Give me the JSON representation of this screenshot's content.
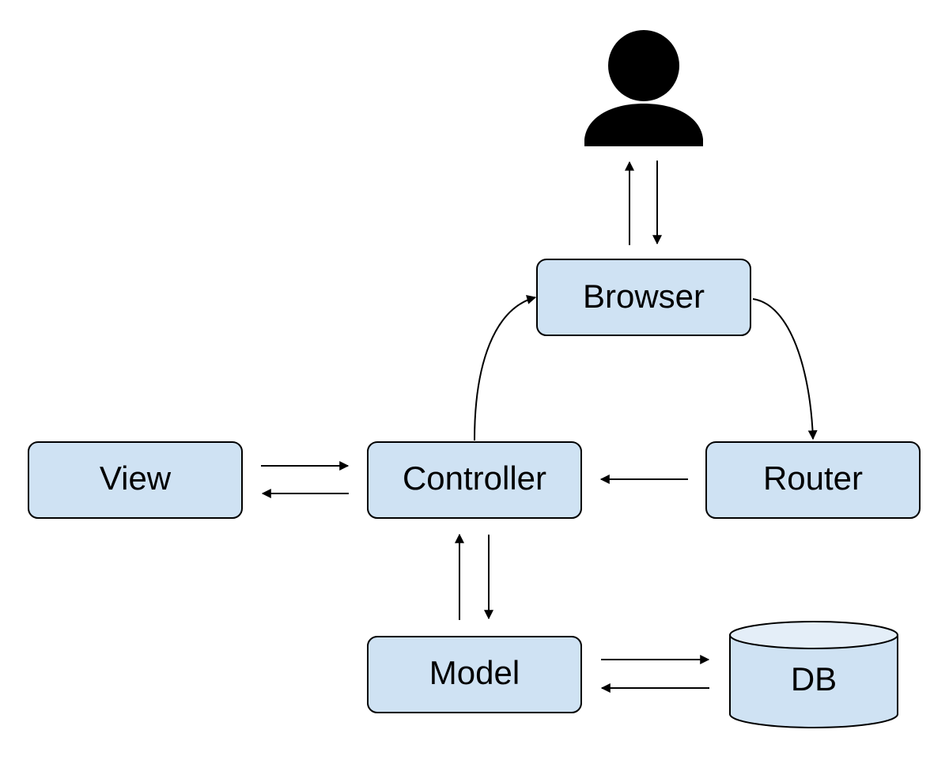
{
  "nodes": {
    "browser": "Browser",
    "view": "View",
    "controller": "Controller",
    "router": "Router",
    "model": "Model",
    "db": "DB"
  },
  "icons": {
    "user": "user-icon"
  },
  "colors": {
    "box_fill": "#cfe2f3",
    "db_top_fill": "#e4eef8",
    "stroke": "#000000",
    "background": "#ffffff"
  }
}
